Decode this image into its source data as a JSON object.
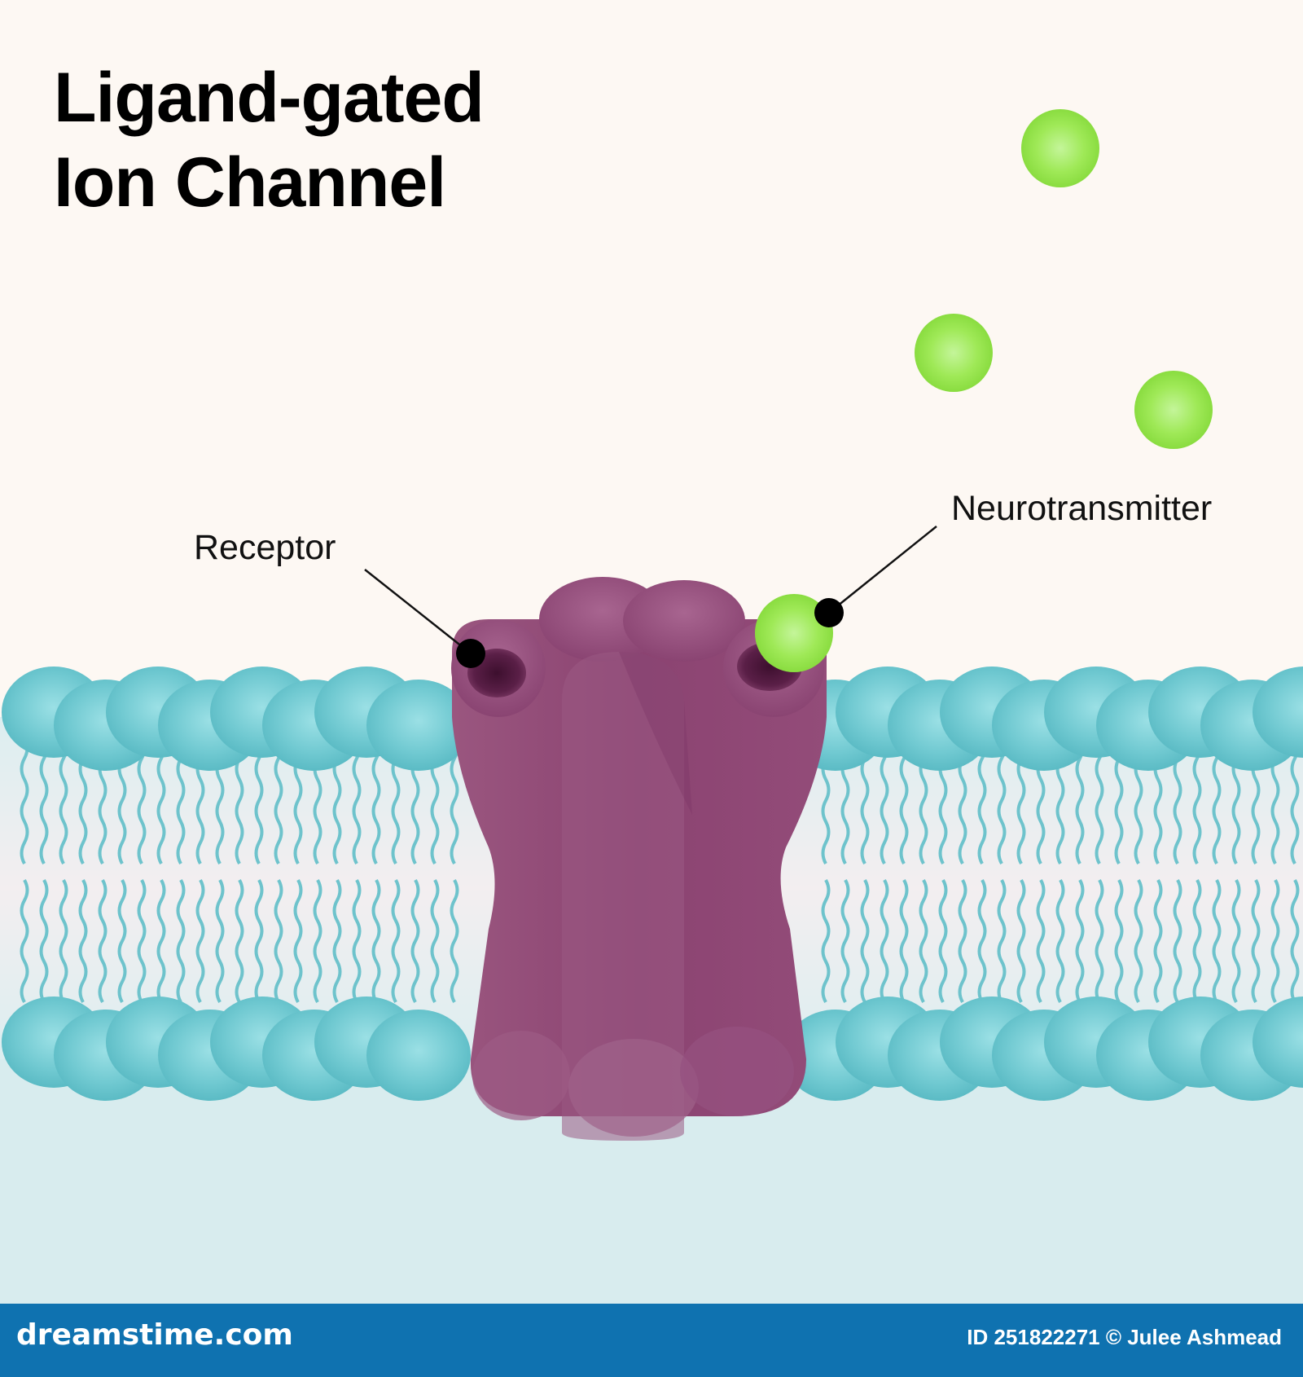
{
  "diagram": {
    "title_line1": "Ligand-gated",
    "title_line2": "Ion Channel",
    "labels": {
      "receptor": "Receptor",
      "neurotransmitter": "Neurotransmitter"
    }
  },
  "watermark": {
    "brand": "dreamstime.com",
    "image_id": "ID 251822271 © Julee Ashmead"
  },
  "colors": {
    "background": "#fdf8f3",
    "phospholipid_head": "#6cc7cf",
    "lipid_tail": "#6ec3cc",
    "protein": "#8a4472",
    "neurotransmitter": "#9be84f",
    "footer": "#0f72b0"
  }
}
